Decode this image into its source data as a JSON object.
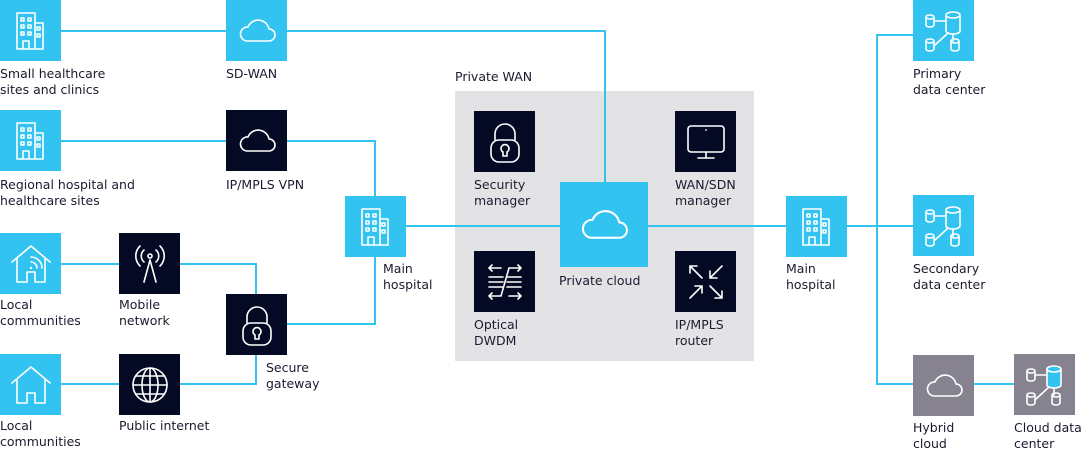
{
  "diagram": {
    "colors": {
      "connector": "#33c3f0",
      "node_blue": "#33c3f0",
      "node_dark": "#050a24",
      "node_gray": "#878290",
      "zone_bg": "#e3e3e6",
      "text": "#1b1b2f"
    },
    "zone": {
      "label": "Private WAN"
    },
    "nodes": [
      {
        "id": "small-sites",
        "label": "Small healthcare\nsites and clinics",
        "icon": "building-icon",
        "style": "blue"
      },
      {
        "id": "sd-wan",
        "label": "SD-WAN",
        "icon": "cloud-icon",
        "style": "blue"
      },
      {
        "id": "regional-hospital",
        "label": "Regional hospital and\nhealthcare sites",
        "icon": "building-icon",
        "style": "blue"
      },
      {
        "id": "ip-mpls-vpn",
        "label": "IP/MPLS VPN",
        "icon": "cloud-icon",
        "style": "dark"
      },
      {
        "id": "local-communities-1",
        "label": "Local\ncommunities",
        "icon": "house-wifi-icon",
        "style": "blue"
      },
      {
        "id": "mobile-network",
        "label": "Mobile\nnetwork",
        "icon": "antenna-icon",
        "style": "dark"
      },
      {
        "id": "local-communities-2",
        "label": "Local\ncommunities",
        "icon": "house-icon",
        "style": "blue"
      },
      {
        "id": "public-internet",
        "label": "Public internet",
        "icon": "globe-icon",
        "style": "dark"
      },
      {
        "id": "secure-gateway",
        "label": "Secure\ngateway",
        "icon": "lock-icon",
        "style": "dark"
      },
      {
        "id": "main-hospital-left",
        "label": "Main\nhospital",
        "icon": "building-icon",
        "style": "blue"
      },
      {
        "id": "security-manager",
        "label": "Security\nmanager",
        "icon": "lock-icon",
        "style": "dark"
      },
      {
        "id": "wan-sdn-manager",
        "label": "WAN/SDN\nmanager",
        "icon": "monitor-icon",
        "style": "dark"
      },
      {
        "id": "private-cloud",
        "label": "Private cloud",
        "icon": "cloud-icon",
        "style": "blue"
      },
      {
        "id": "optical-dwdm",
        "label": "Optical\nDWDM",
        "icon": "optical-switch-icon",
        "style": "dark"
      },
      {
        "id": "ip-mpls-router",
        "label": "IP/MPLS\nrouter",
        "icon": "router-arrows-icon",
        "style": "dark"
      },
      {
        "id": "main-hospital-right",
        "label": "Main\nhospital",
        "icon": "building-icon",
        "style": "blue"
      },
      {
        "id": "primary-dc",
        "label": "Primary\ndata center",
        "icon": "database-network-icon",
        "style": "blue"
      },
      {
        "id": "secondary-dc",
        "label": "Secondary\ndata center",
        "icon": "database-network-icon",
        "style": "blue"
      },
      {
        "id": "hybrid-cloud",
        "label": "Hybrid\ncloud",
        "icon": "cloud-icon",
        "style": "gray"
      },
      {
        "id": "cloud-dc",
        "label": "Cloud data\ncenter",
        "icon": "database-network-icon",
        "style": "gray"
      }
    ],
    "edges": [
      [
        "small-sites",
        "sd-wan"
      ],
      [
        "sd-wan",
        "private-cloud"
      ],
      [
        "regional-hospital",
        "ip-mpls-vpn"
      ],
      [
        "ip-mpls-vpn",
        "main-hospital-left"
      ],
      [
        "local-communities-1",
        "mobile-network"
      ],
      [
        "mobile-network",
        "secure-gateway"
      ],
      [
        "local-communities-2",
        "public-internet"
      ],
      [
        "public-internet",
        "secure-gateway"
      ],
      [
        "secure-gateway",
        "main-hospital-left"
      ],
      [
        "main-hospital-left",
        "private-cloud"
      ],
      [
        "private-cloud",
        "main-hospital-right"
      ],
      [
        "main-hospital-right",
        "primary-dc"
      ],
      [
        "main-hospital-right",
        "secondary-dc"
      ],
      [
        "main-hospital-right",
        "hybrid-cloud"
      ],
      [
        "hybrid-cloud",
        "cloud-dc"
      ]
    ]
  }
}
